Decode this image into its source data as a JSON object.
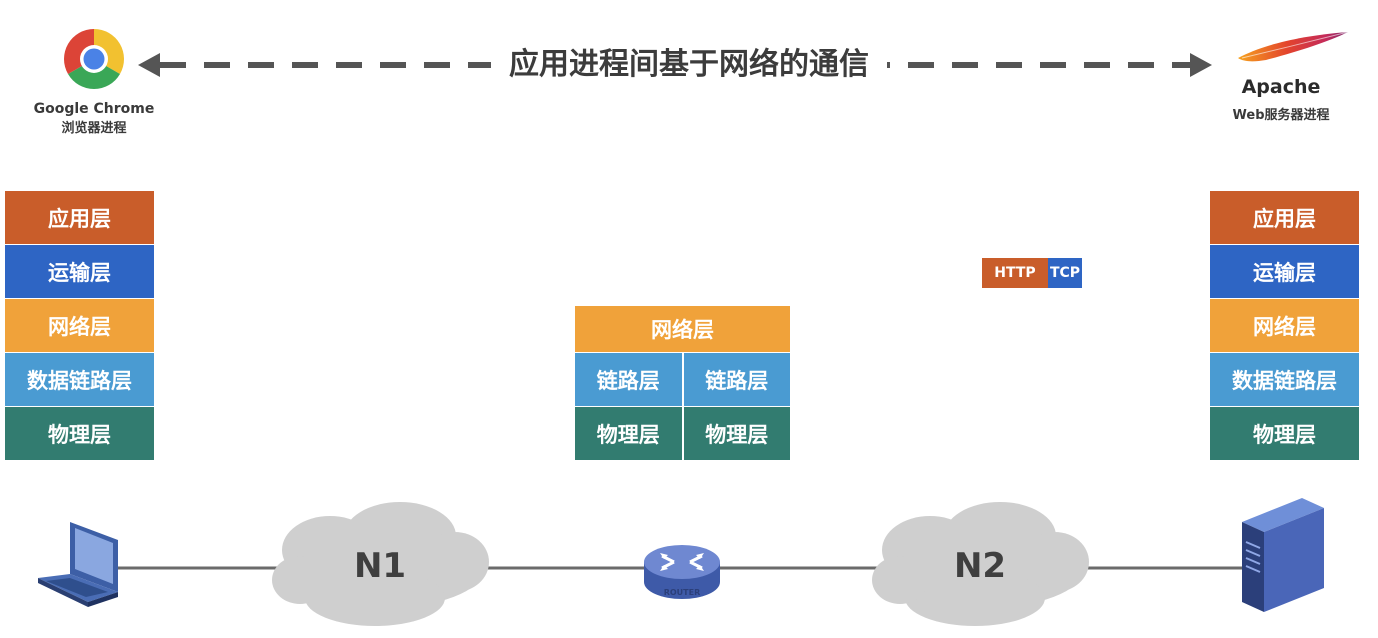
{
  "header": {
    "title": "应用进程间基于网络的通信"
  },
  "client": {
    "app_name": "Google Chrome",
    "process_label": "浏览器进程",
    "icon": "chrome-logo"
  },
  "server": {
    "app_name": "Apache",
    "process_label": "Web服务器进程",
    "icon": "apache-feather"
  },
  "left_stack": {
    "layers": [
      "应用层",
      "运输层",
      "网络层",
      "数据链路层",
      "物理层"
    ]
  },
  "right_stack": {
    "layers": [
      "应用层",
      "运输层",
      "网络层",
      "数据链路层",
      "物理层"
    ]
  },
  "router_stack": {
    "network": "网络层",
    "link_left": "链路层",
    "link_right": "链路层",
    "phys_left": "物理层",
    "phys_right": "物理层"
  },
  "packet": {
    "app_header": "HTTP",
    "transport_header": "TCP"
  },
  "network": {
    "cloud1": "N1",
    "cloud2": "N2",
    "router_label": "ROUTER"
  },
  "colors": {
    "application": "#c95d2a",
    "transport": "#2e65c4",
    "network": "#f0a23a",
    "data_link": "#4a9bd2",
    "physical": "#327c70"
  }
}
